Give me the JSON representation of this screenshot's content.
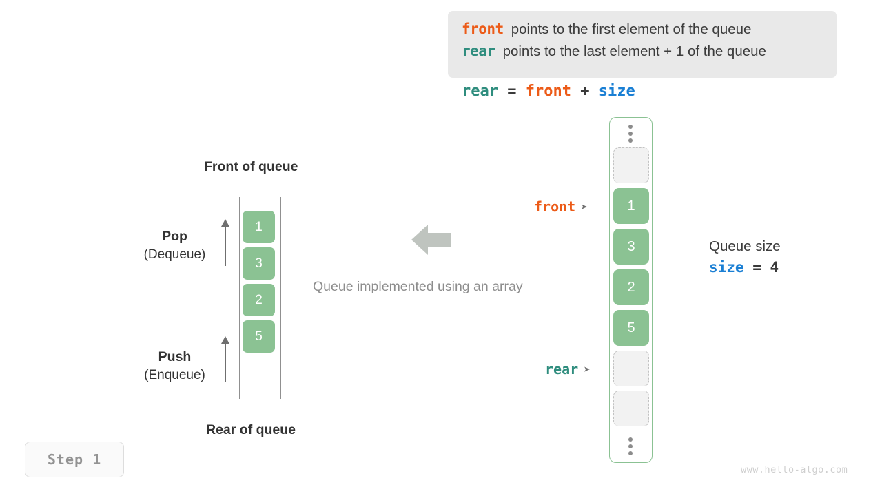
{
  "legend": {
    "lines": [
      {
        "keyword": "front",
        "text": "points to the first element of the queue",
        "color": "#ec5b18"
      },
      {
        "keyword": "rear",
        "text": "points to the last element + 1 of the queue",
        "color": "#2f8d7e"
      }
    ]
  },
  "formula": {
    "lhs": "rear",
    "eq": "=",
    "rhs1": "front",
    "plus": "+",
    "rhs2": "size"
  },
  "left_queue": {
    "front_label": "Front of queue",
    "rear_label": "Rear of queue",
    "pop": {
      "title": "Pop",
      "subtitle": "(Dequeue)"
    },
    "push": {
      "title": "Push",
      "subtitle": "(Enqueue)"
    },
    "cells": [
      "1",
      "3",
      "2",
      "5"
    ]
  },
  "center": {
    "caption": "Queue implemented using an array",
    "arrow_direction": "left"
  },
  "array": {
    "top_ellipsis": "vertical-dots",
    "bottom_ellipsis": "vertical-dots",
    "slots": [
      {
        "type": "empty",
        "value": ""
      },
      {
        "type": "filled",
        "value": "1"
      },
      {
        "type": "filled",
        "value": "3"
      },
      {
        "type": "filled",
        "value": "2"
      },
      {
        "type": "filled",
        "value": "5"
      },
      {
        "type": "empty",
        "value": ""
      },
      {
        "type": "empty",
        "value": ""
      }
    ],
    "front_pointer": {
      "label": "front",
      "caret": "➤"
    },
    "rear_pointer": {
      "label": "rear",
      "caret": "➤"
    }
  },
  "size_block": {
    "title": "Queue size",
    "name": "size",
    "eq": "=",
    "value": "4"
  },
  "step_badge": "Step 1",
  "watermark": "www.hello-algo.com",
  "colors": {
    "front": "#ec5b18",
    "rear": "#2f8d7e",
    "size": "#1a7fd4",
    "cell_green": "#8bc293",
    "legend_bg": "#e9e9e9",
    "muted": "#8d8d8d"
  }
}
